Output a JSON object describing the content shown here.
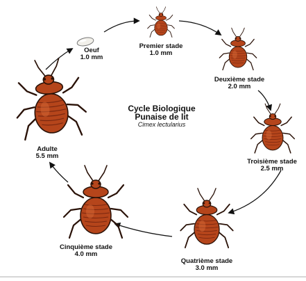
{
  "title": {
    "line1": "Cycle Biologique",
    "line2": "Punaise de lit",
    "species": "Cimex lectularius"
  },
  "stages": [
    {
      "name": "Oeuf",
      "size": "1.0 mm",
      "icon": "egg-icon"
    },
    {
      "name": "Premier stade",
      "size": "1.0 mm",
      "icon": "bedbug-icon"
    },
    {
      "name": "Deuxième stade",
      "size": "2.0 mm",
      "icon": "bedbug-icon"
    },
    {
      "name": "Troisième stade",
      "size": "2.5 mm",
      "icon": "bedbug-icon"
    },
    {
      "name": "Quatrième stade",
      "size": "3.0 mm",
      "icon": "bedbug-icon"
    },
    {
      "name": "Cinquième stade",
      "size": "4.0 mm",
      "icon": "bedbug-icon"
    },
    {
      "name": "Adulte",
      "size": "5.5 mm",
      "icon": "bedbug-icon"
    }
  ],
  "colors": {
    "body": "#b5451b",
    "body_dark": "#7a2810",
    "outline": "#2a1208",
    "egg": "#f2f0ea",
    "arrow": "#111111"
  }
}
